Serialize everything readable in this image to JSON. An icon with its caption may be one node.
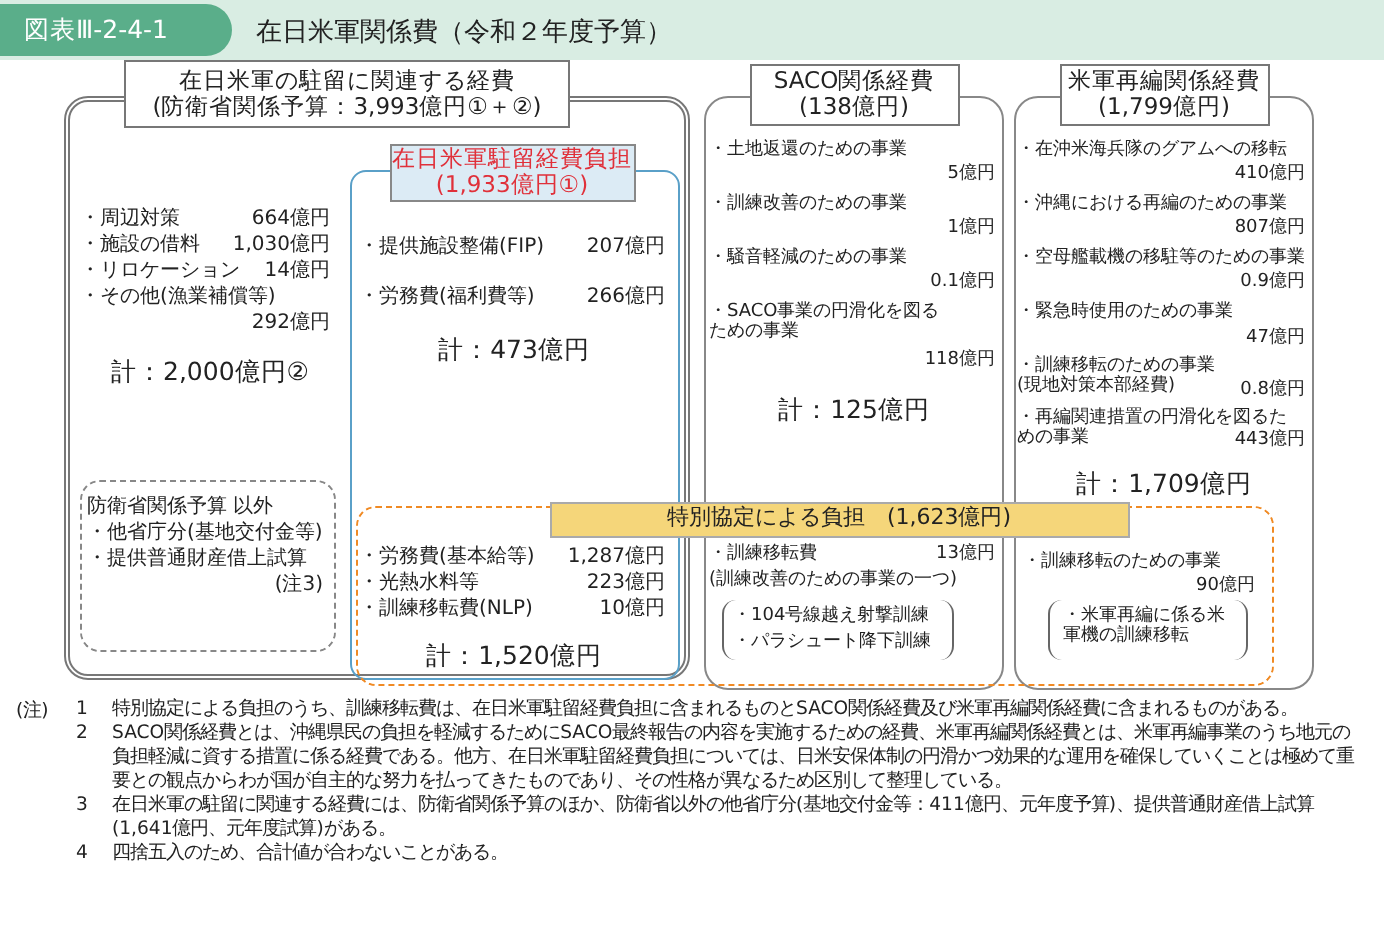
{
  "diagram": {
    "title": "在日米軍関係費（令和２年度予算）",
    "nodes": [
      {
        "text": [
          "在日米軍の駐留に関連する経費(防衛省関係予算：3,993億円①＋②)",
          "・周辺対策",
          "664億円",
          "・施設の借料",
          "1,030億円",
          "・リロケーション",
          "14億円",
          "・その他(漁業補償等)",
          "292億円",
          "計：2,000億円②"
        ]
      },
      {
        "text": [
          "在日米軍駐留経費負担(1,933億円①)",
          "・提供施設整備(FIP)",
          "207億円",
          "・労務費(福利費等)",
          "266億円",
          "計：473億円"
        ],
        "in": 0
      },
      {
        "text": [
          "防衛省関係予算 以外",
          "・他省庁分(基地交付金等)",
          "・提供普通財産借上試算",
          "(注3)"
        ],
        "in": 0
      },
      {
        "text": [
          "SACO関係経費(138億円)",
          "・土地返還のための事業",
          "5億円",
          "・訓練改善のための事業",
          "1億円",
          "・騒音軽減のための事業",
          "0.1億円",
          "・SACO事業の円滑化を図るための事業",
          "118億円",
          "計：125億円"
        ]
      },
      {
        "text": [
          "米軍再編関係経費(1,799億円)",
          "・在沖米海兵隊のグアムへの移転",
          "410億円",
          "・沖縄における再編のための事業",
          "807億円",
          "・空母艦載機の移駐等のための事業",
          "0.9億円",
          "・緊急時使用のための事業",
          "47億円",
          "・訓練移転のための事業(現地対策本部経費)",
          "0.8億円",
          "・再編関連措置の円滑化を図るための事業",
          "443億円",
          "計：1,709億円"
        ]
      },
      {
        "text": [
          "特別協定による負担　(1,623億円)",
          "・労務費(基本給等)",
          "1,287億円",
          "・光熱水料等",
          "223億円",
          "・訓練移転費(NLP)",
          "10億円",
          "計：1,520億円",
          "・訓練移転費",
          "13億円",
          "(訓練改善のための事業の一つ)",
          "・104号線越え射撃訓練",
          "・パラシュート降下訓練",
          "・訓練移転のための事業",
          "90億円",
          "・米軍再編に係る米軍機の訓練移転"
        ]
      }
    ],
    "labels": [
      "図表Ⅲ-2-4-1",
      "(注)",
      "1",
      "特別協定による負担のうち、訓練移転費は、在日米軍駐留経費負担に含まれるものとSACO関係経費及び米軍再編関係経費に含まれるものがある。",
      "2",
      "SACO関係経費とは、沖縄県民の負担を軽減するためにSACO最終報告の内容を実施するための経費、米軍再編関係経費とは、米軍再編事業のうち地元の負担軽減に資する措置に係る経費である。他方、在日米軍駐留経費負担については、日米安保体制の円滑かつ効果的な運用を確保していくことは極めて重要との観点からわが国が自主的な努力を払ってきたものであり、その性格が異なるため区別して整理している。",
      "3",
      "在日米軍の駐留に関連する経費には、防衛省関係予算のほか、防衛省以外の他省庁分(基地交付金等：411億円、元年度予算)、提供普通財産借上試算(1,641億円、元年度試算)がある。",
      "4",
      "四捨五入のため、合計値が合わないことがある。"
    ]
  }
}
